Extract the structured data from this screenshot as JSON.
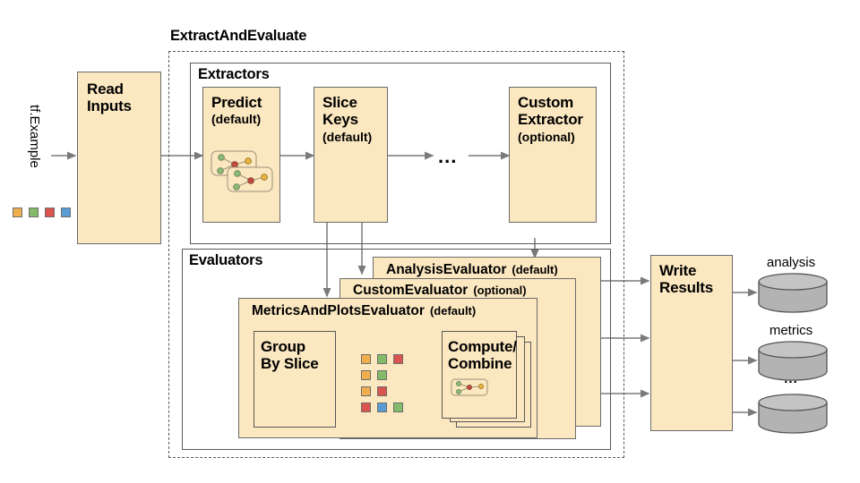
{
  "diagram": {
    "title_outer": "ExtractAndEvaluate",
    "input_label": "tf.Example",
    "input_chips": [
      "#f0ad4e",
      "#84bb6a",
      "#d9534f",
      "#5b9bd5"
    ],
    "read_inputs": {
      "title": "Read\nInputs"
    },
    "extractors": {
      "group_label": "Extractors",
      "boxes": [
        {
          "name": "predict",
          "title": "Predict",
          "subtitle": "(default)",
          "has_graph_icon": true
        },
        {
          "name": "slice-keys",
          "title": "Slice\nKeys",
          "subtitle": "(default)",
          "has_graph_icon": false
        },
        {
          "name": "custom-extractor",
          "title": "Custom\nExtractor",
          "subtitle": "(optional)",
          "has_graph_icon": false
        }
      ],
      "ellipsis": "..."
    },
    "evaluators": {
      "group_label": "Evaluators",
      "stack": [
        {
          "name": "analysis-evaluator",
          "title": "AnalysisEvaluator",
          "subtitle": "(default)"
        },
        {
          "name": "custom-evaluator",
          "title": "CustomEvaluator",
          "subtitle": "(optional)"
        },
        {
          "name": "metrics-and-plots-evaluator",
          "title": "MetricsAndPlotsEvaluator",
          "subtitle": "(default)"
        }
      ],
      "group_by_slice": {
        "title": "Group\nBy Slice"
      },
      "compute_combine": {
        "title": "Compute/\nCombine"
      },
      "slice_chip_rows": [
        [
          "#f0ad4e",
          "#84bb6a",
          "#d9534f"
        ],
        [
          "#f0ad4e",
          "#84bb6a"
        ],
        [
          "#f0ad4e",
          "#d9534f"
        ],
        [
          "#d9534f",
          "#5b9bd5",
          "#84bb6a"
        ]
      ]
    },
    "write_results": {
      "title": "Write\nResults"
    },
    "outputs": [
      {
        "name": "analysis",
        "label": "analysis"
      },
      {
        "name": "metrics",
        "label": "metrics"
      },
      {
        "name": "more",
        "label": "..."
      }
    ],
    "colors": {
      "box_fill": "#fbe7c0",
      "box_stroke": "#6b6b6b",
      "line": "#7a7a7a",
      "cylinder_fill": "#b3b3b3",
      "cylinder_top": "#c2c2c2",
      "cylinder_stroke": "#555555"
    }
  }
}
